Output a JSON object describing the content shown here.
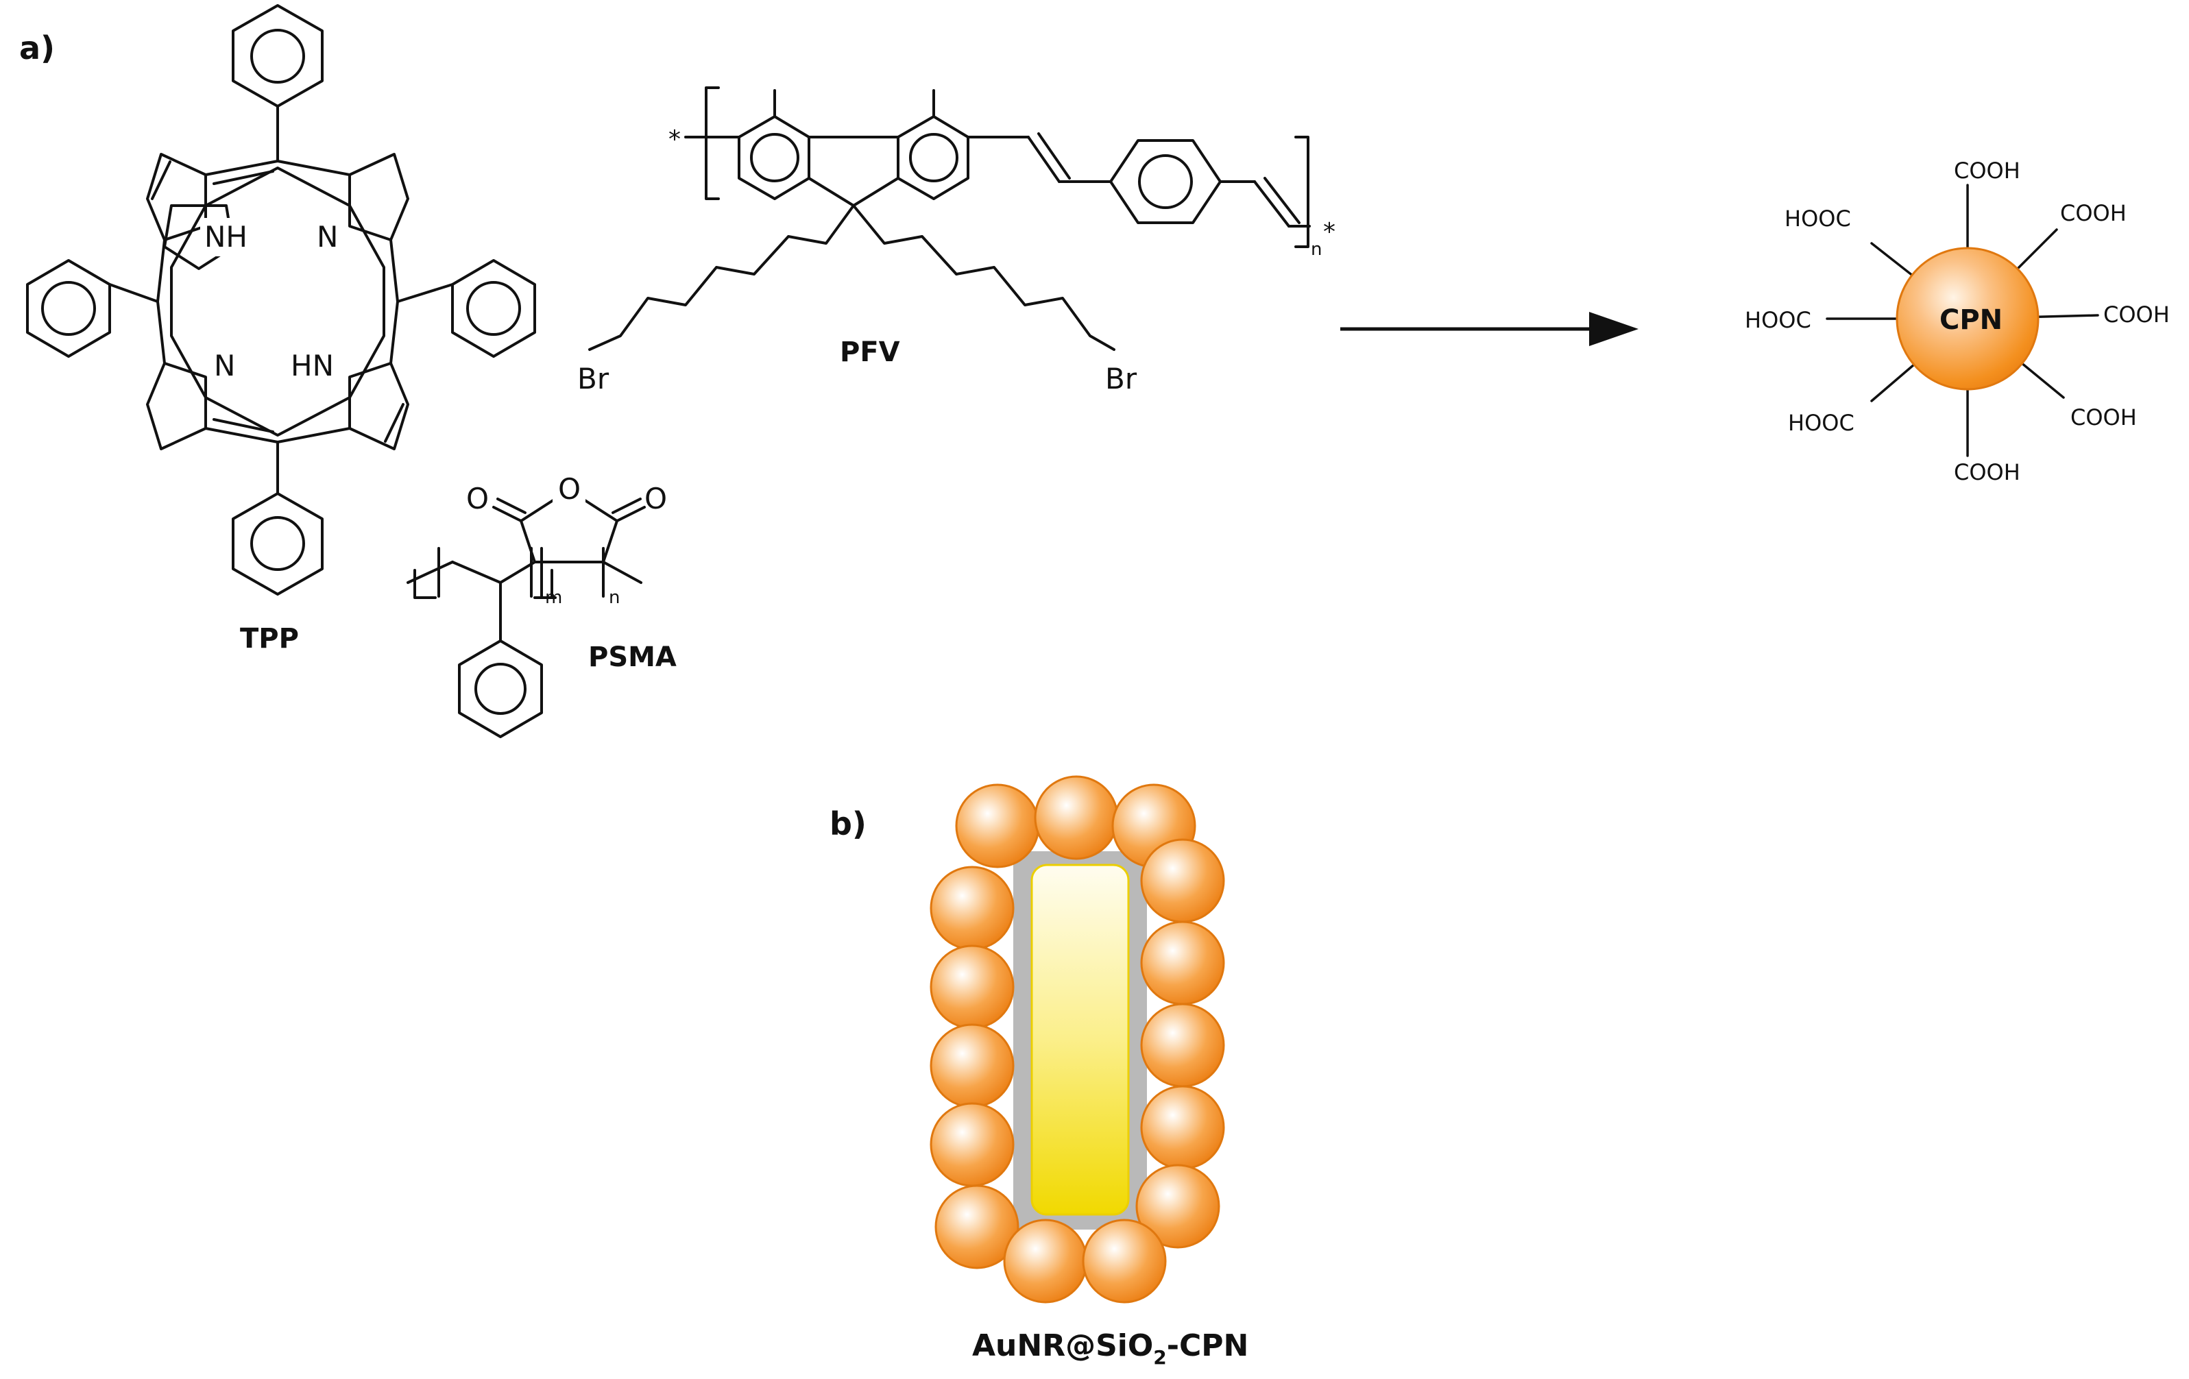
{
  "panel_a": {
    "label": "a)",
    "tpp": {
      "name": "TPP",
      "nh_top": "NH",
      "n_top": "N",
      "n_bottom": "N",
      "hn_bottom": "HN"
    },
    "pfv": {
      "name": "PFV",
      "star_left": "*",
      "star_right": "*",
      "n_sub": "n",
      "br_left": "Br",
      "br_right": "Br"
    },
    "psma": {
      "name": "PSMA",
      "o_left": "O",
      "o_ring": "O",
      "o_right": "O",
      "m_sub": "m",
      "n_sub": "n"
    },
    "cpn": {
      "label": "CPN",
      "groups": [
        "COOH",
        "COOH",
        "COOH",
        "COOH",
        "COOH",
        "HOOC",
        "HOOC",
        "HOOC"
      ]
    },
    "colors": {
      "sphere": "#f59a3a",
      "sphere_edge": "#e0780f"
    }
  },
  "panel_b": {
    "label": "b)",
    "name_main": "AuNR@SiO",
    "name_sub": "2",
    "name_end": "-CPN",
    "colors": {
      "shell": "#b9b9b9",
      "rod": "#f2dc00",
      "bead": "#f59a3a"
    }
  }
}
